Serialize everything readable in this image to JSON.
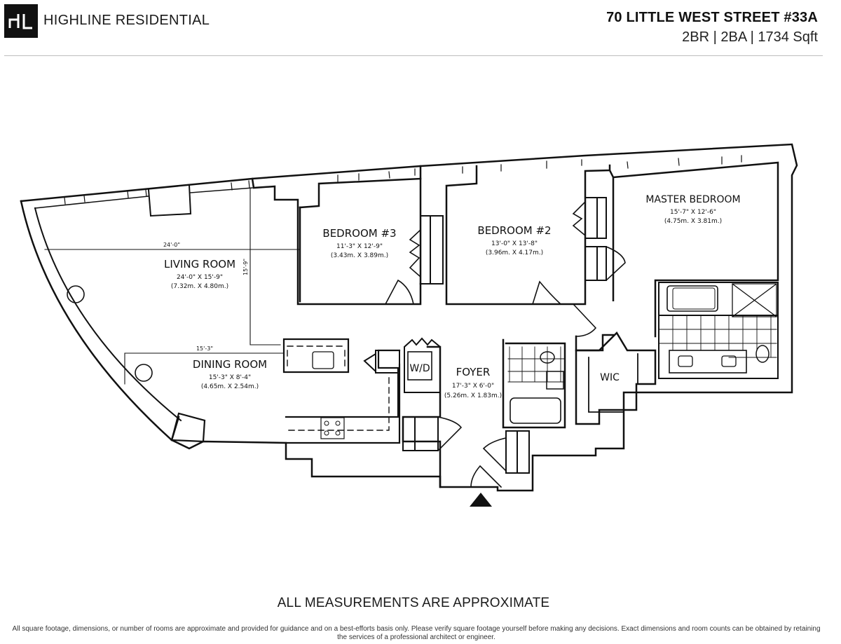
{
  "header": {
    "logo_text": "HL",
    "brand": "HIGHLINE RESIDENTIAL",
    "address": "70 LITTLE WEST STREET #33A",
    "specs": "2BR | 2BA | 1734 Sqft"
  },
  "floorplan": {
    "rooms": [
      {
        "id": "living-room",
        "name": "LIVING ROOM",
        "dims_imperial": "24'-0\" X 15'-9\"",
        "dims_metric": "(7.32m. X 4.80m.)"
      },
      {
        "id": "dining-room",
        "name": "DINING ROOM",
        "dims_imperial": "15'-3\" X 8'-4\"",
        "dims_metric": "(4.65m. X 2.54m.)"
      },
      {
        "id": "bedroom-3",
        "name": "BEDROOM #3",
        "dims_imperial": "11'-3\" X 12'-9\"",
        "dims_metric": "(3.43m. X 3.89m.)"
      },
      {
        "id": "bedroom-2",
        "name": "BEDROOM #2",
        "dims_imperial": "13'-0\" X 13'-8\"",
        "dims_metric": "(3.96m. X 4.17m.)"
      },
      {
        "id": "master-bedroom",
        "name": "MASTER BEDROOM",
        "dims_imperial": "15'-7\" X 12'-6\"",
        "dims_metric": "(4.75m. X 3.81m.)"
      },
      {
        "id": "foyer",
        "name": "FOYER",
        "dims_imperial": "17'-3\" X 6'-0\"",
        "dims_metric": "(5.26m. X 1.83m.)"
      }
    ],
    "labels": {
      "wic": "WIC",
      "washer_dryer": "W/D"
    },
    "dimension_lines": {
      "living_width": "24'-0\"",
      "living_depth": "15'-9\"",
      "dining_width": "15'-3\""
    },
    "entry_marker": "entry-arrow"
  },
  "footer": {
    "title": "ALL MEASUREMENTS ARE APPROXIMATE",
    "disclaimer_line1": "All square footage, dimensions, or number of rooms are approximate and provided for guidance and on a best-efforts basis only. Please verify square footage yourself before making any decisions. Exact dimensions and room counts can be obtained by retaining",
    "disclaimer_line2": "the services of a professional architect or engineer."
  }
}
